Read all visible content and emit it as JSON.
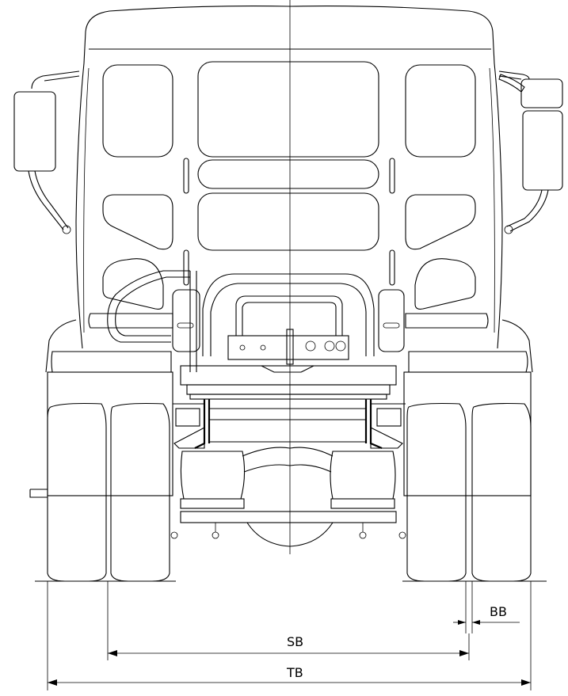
{
  "dimensions": {
    "bb_label": "BB",
    "sb_label": "SB",
    "tb_label": "TB"
  }
}
